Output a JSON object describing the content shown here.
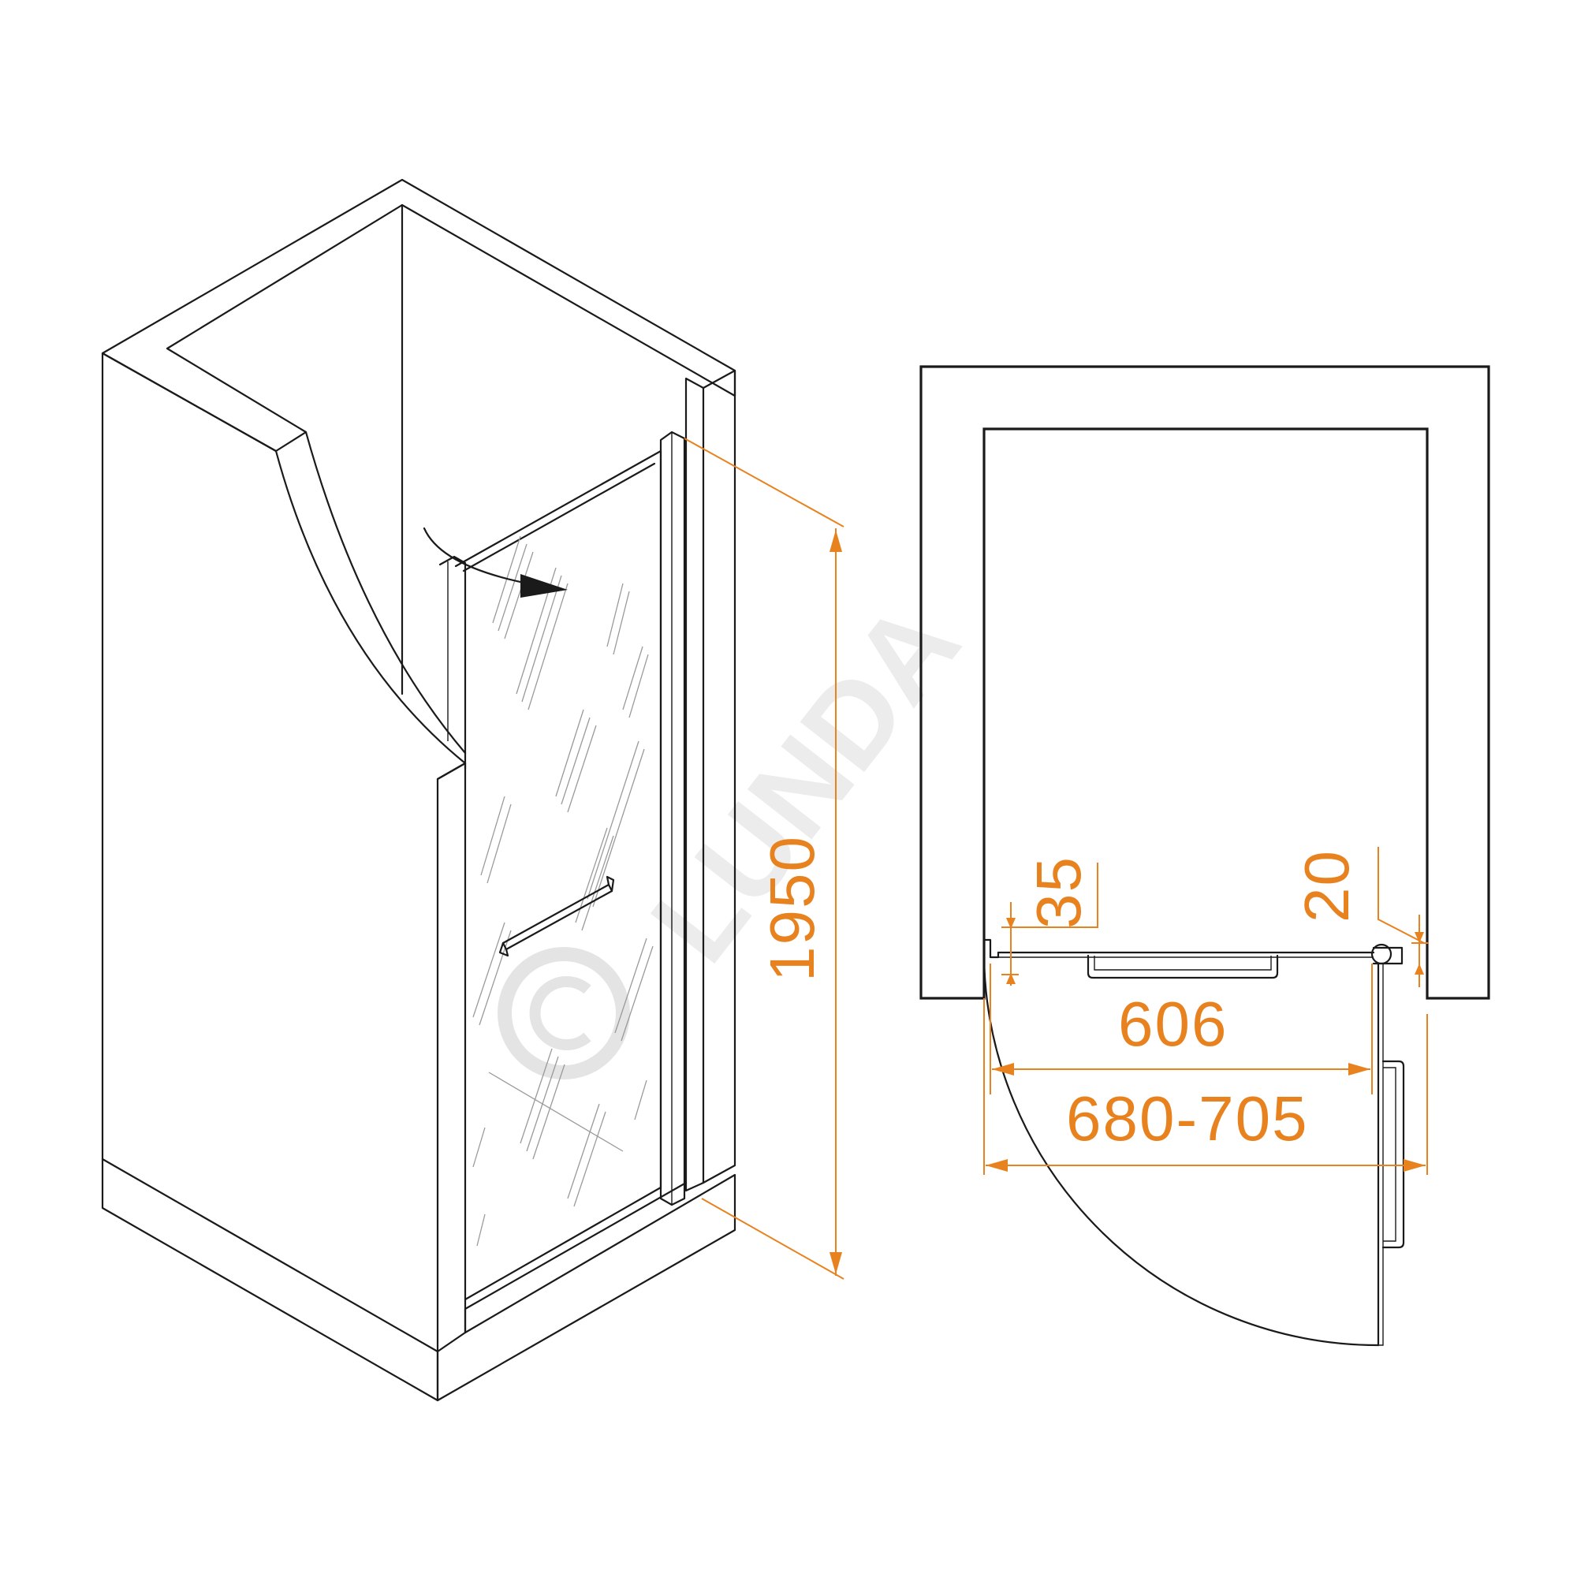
{
  "watermark": {
    "text": "LUNDA"
  },
  "dimensions": {
    "height": "1950",
    "wall_gap_left": "35",
    "wall_gap_right": "20",
    "door_opening": "606",
    "adjust_range": "680-705"
  },
  "colors": {
    "dimension": "#e8821e",
    "outline": "#1a1a1a",
    "watermark": "#e4e4e4"
  }
}
